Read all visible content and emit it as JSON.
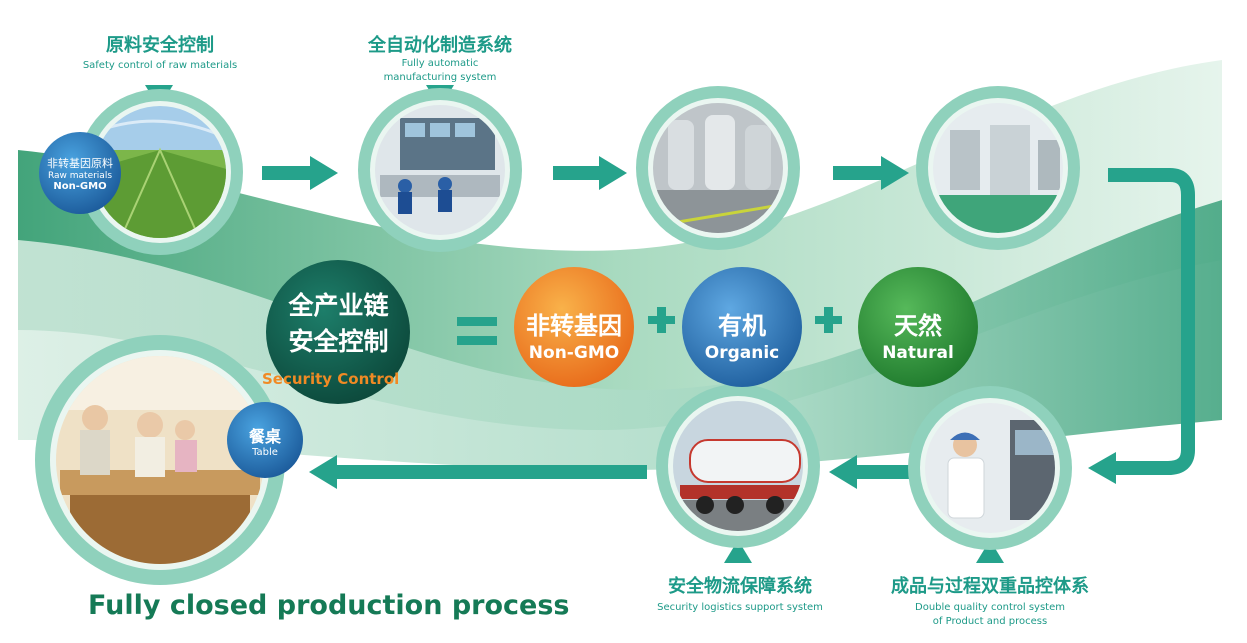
{
  "colors": {
    "teal": "#2aa58f",
    "ring": "#8fd1bc",
    "dark_green": "#0e5a4a",
    "orange": "#f08a24",
    "blue": "#2d7fc4",
    "green": "#2e9a3c",
    "title_green": "#157a56"
  },
  "steps": {
    "raw": {
      "cn": "原料安全控制",
      "en": "Safety control of raw materials",
      "badge_cn": "非转基因原料",
      "badge_en1": "Raw materials",
      "badge_en2": "Non-GMO"
    },
    "auto": {
      "cn": "全自动化制造系统",
      "en1": "Fully automatic",
      "en2": "manufacturing system"
    },
    "logistics": {
      "cn": "安全物流保障系统",
      "en": "Security logistics support system"
    },
    "quality": {
      "cn": "成品与过程双重品控体系",
      "en1": "Double quality control system",
      "en2": "of Product and process"
    },
    "table": {
      "cn": "餐桌",
      "en": "Table"
    }
  },
  "equation": {
    "left_cn1": "全产业链",
    "left_cn2": "安全控制",
    "left_en": "Security Control",
    "non_gmo_cn": "非转基因",
    "non_gmo_en": "Non-GMO",
    "organic_cn": "有机",
    "organic_en": "Organic",
    "natural_cn": "天然",
    "natural_en": "Natural"
  },
  "footer": {
    "title": "Fully closed production process"
  },
  "icons": [
    "arrow-right-icon",
    "arrow-left-icon",
    "triangle-down-icon",
    "triangle-up-icon",
    "equals-icon",
    "plus-icon"
  ]
}
